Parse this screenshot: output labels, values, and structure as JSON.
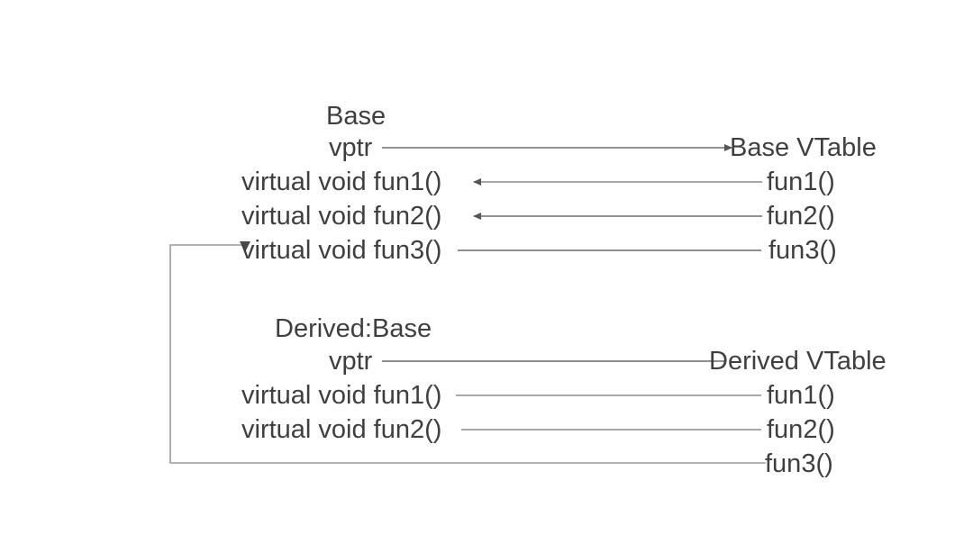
{
  "diagram": {
    "title_hidden": "",
    "background_color": "#ffffff",
    "line_color": "#9b9b9b",
    "line_color_dark": "#6d6d6d",
    "text_color": "#3f3f3f",
    "classes": [
      {
        "id": "base",
        "name": "Base",
        "members": [
          {
            "id": "base-vptr",
            "label": "vptr"
          },
          {
            "id": "base-fun1",
            "label": "virtual void fun1()"
          },
          {
            "id": "base-fun2",
            "label": "virtual void fun2()"
          },
          {
            "id": "base-fun3",
            "label": "virtual void fun3()"
          }
        ]
      },
      {
        "id": "derived",
        "name": "Derived:Base",
        "members": [
          {
            "id": "derived-vptr",
            "label": "vptr"
          },
          {
            "id": "derived-fun1",
            "label": "virtual void fun1()"
          },
          {
            "id": "derived-fun2",
            "label": "virtual void fun2()"
          }
        ]
      }
    ],
    "vtables": [
      {
        "id": "base-vtable",
        "name": "Base VTable",
        "entries": [
          {
            "id": "base-vtable-fun1",
            "label": "fun1()"
          },
          {
            "id": "base-vtable-fun2",
            "label": "fun2()"
          },
          {
            "id": "base-vtable-fun3",
            "label": "fun3()"
          }
        ]
      },
      {
        "id": "derived-vtable",
        "name": "Derived VTable",
        "entries": [
          {
            "id": "derived-vtable-fun1",
            "label": "fun1()"
          },
          {
            "id": "derived-vtable-fun2",
            "label": "fun2()"
          },
          {
            "id": "derived-vtable-fun3",
            "label": "fun3()"
          }
        ]
      }
    ]
  }
}
